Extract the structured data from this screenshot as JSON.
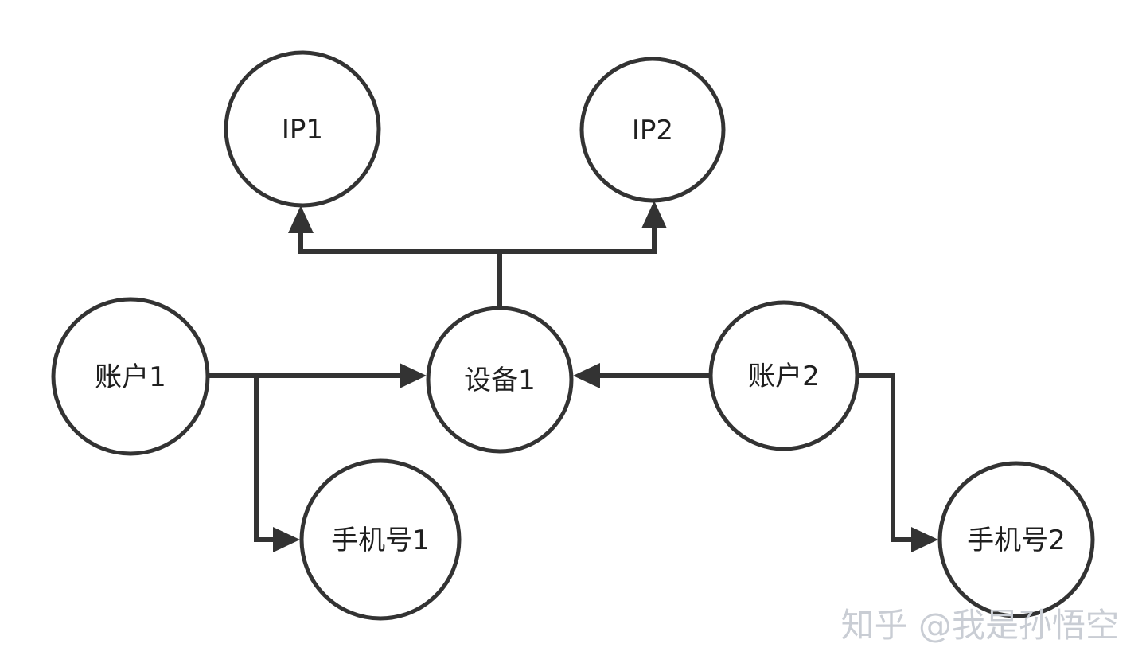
{
  "diagram": {
    "type": "entity-relationship-graph",
    "nodes": {
      "ip1": {
        "label": "IP1"
      },
      "ip2": {
        "label": "IP2"
      },
      "account1": {
        "label": "账户1"
      },
      "device1": {
        "label": "设备1"
      },
      "account2": {
        "label": "账户2"
      },
      "phone1": {
        "label": "手机号1"
      },
      "phone2": {
        "label": "手机号2"
      }
    },
    "edges": [
      {
        "from": "设备1",
        "to": "IP1",
        "direction": "arrow-into-IP1"
      },
      {
        "from": "设备1",
        "to": "IP2",
        "direction": "arrow-into-IP2"
      },
      {
        "from": "账户1",
        "to": "设备1",
        "direction": "arrow-into-设备1"
      },
      {
        "from": "账户2",
        "to": "设备1",
        "direction": "arrow-into-设备1"
      },
      {
        "from": "账户1",
        "to": "手机号1",
        "direction": "arrow-into-手机号1"
      },
      {
        "from": "账户2",
        "to": "手机号2",
        "direction": "arrow-into-手机号2"
      }
    ],
    "colors": {
      "node_stroke": "#333333",
      "node_fill": "#ffffff",
      "label_text": "#1f1f1f",
      "background": "#ffffff",
      "watermark": "#c9cdd4"
    },
    "watermark": {
      "text": "知乎 @我是孙悟空"
    }
  }
}
